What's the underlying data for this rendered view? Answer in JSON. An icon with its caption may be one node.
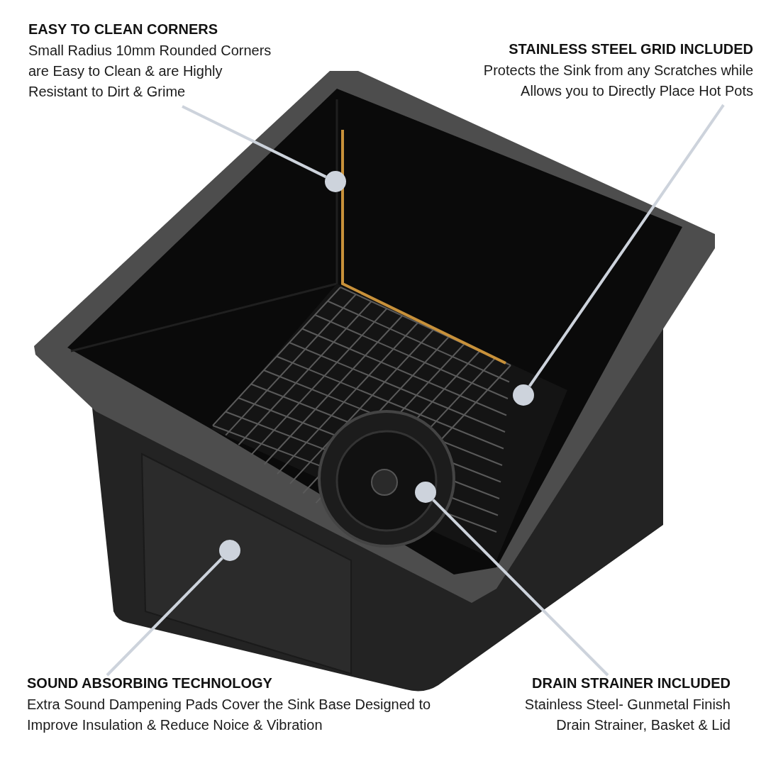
{
  "diagram": {
    "nodes": [
      {
        "text": [
          "EASY TO CLEAN CORNERS",
          "Small Radius 10mm Rounded Corners are Easy to Clean & are Highly Resistant to Dirt & Grime"
        ]
      },
      {
        "text": [
          "STAINLESS STEEL GRID INCLUDED",
          "Protects the Sink from any Scratches while Allows you to Directly Place Hot Pots"
        ]
      },
      {
        "text": [
          "SOUND ABSORBING TECHNOLOGY",
          "Extra Sound Dampening Pads Cover the Sink Base Designed to Improve Insulation & Reduce Noice & Vibration"
        ]
      },
      {
        "text": [
          "DRAIN STRAINER INCLUDED",
          "Stainless Steel- Gunmetal Finish Drain Strainer, Basket & Lid"
        ]
      },
      {
        "text": [],
        "shape": "circle"
      },
      {
        "text": [],
        "shape": "circle"
      },
      {
        "text": [],
        "shape": "circle"
      },
      {
        "text": [],
        "shape": "circle"
      }
    ],
    "edges": [
      {
        "from": 0,
        "to": 4,
        "arrow": "none"
      },
      {
        "from": 1,
        "to": 5,
        "arrow": "none"
      },
      {
        "from": 2,
        "to": 7,
        "arrow": "none"
      },
      {
        "from": 3,
        "to": 6,
        "arrow": "none"
      }
    ]
  }
}
